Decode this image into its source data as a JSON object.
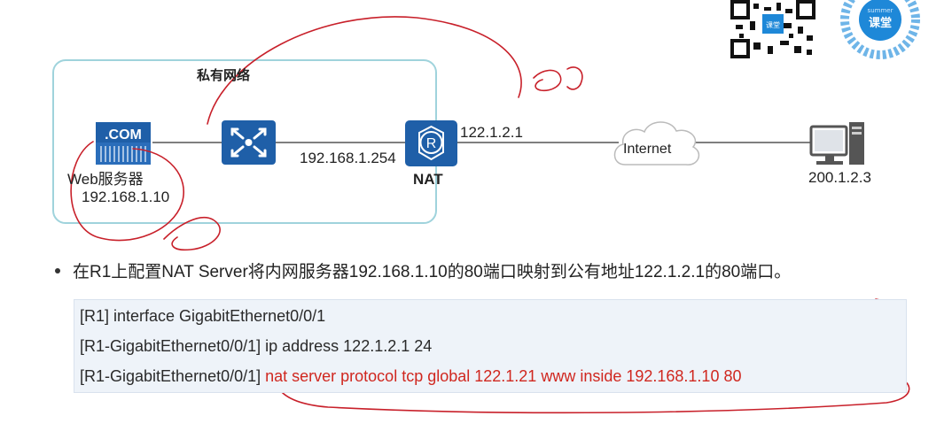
{
  "diagram": {
    "private_network_label": "私有网络",
    "web_server": {
      "icon_text": ".COM",
      "label": "Web服务器",
      "ip": "192.168.1.10"
    },
    "switch_ip": "192.168.1.254",
    "router": {
      "label": "NAT",
      "public_ip": "122.1.2.1"
    },
    "internet_label": "Internet",
    "pc_ip": "200.1.2.3"
  },
  "qr_codes": {
    "badge_text": "课堂",
    "badge_sub": "summer"
  },
  "description": "在R1上配置NAT Server将内网服务器192.168.1.10的80端口映射到公有地址122.1.2.1的80端口。",
  "code": {
    "line1": "[R1] interface GigabitEthernet0/0/1",
    "line2": "[R1-GigabitEthernet0/0/1] ip address 122.1.2.1 24",
    "line3_prefix": "[R1-GigabitEthernet0/0/1] ",
    "line3_cmd": "nat server protocol tcp global 122.1.21 www inside 192.168.1.10 80"
  },
  "colors": {
    "accent_blue": "#1f5fa8",
    "annotation_red": "#c8202a",
    "command_red": "#d0271f",
    "box_border": "#9fd3dc"
  }
}
